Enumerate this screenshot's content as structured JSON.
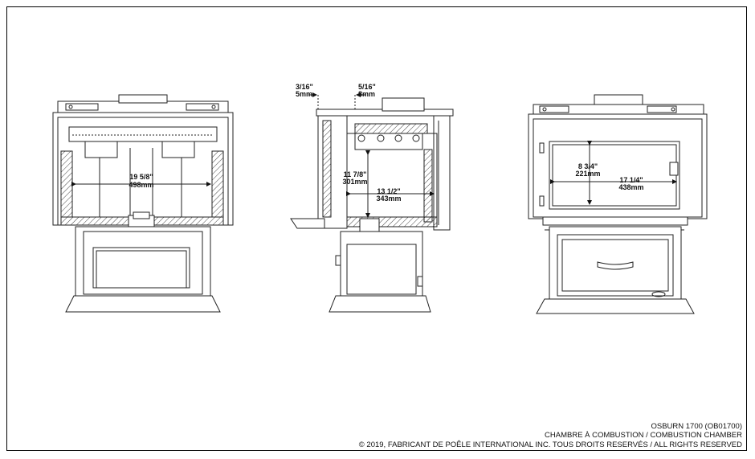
{
  "views": {
    "front_cutaway": {
      "width_label_in": "19 5/8\"",
      "width_label_mm": "498mm"
    },
    "side_cutaway": {
      "top_gap_left_in": "3/16\"",
      "top_gap_left_mm": "5mm",
      "top_gap_right_in": "5/16\"",
      "top_gap_right_mm": "8mm",
      "height_label_in": "11 7/8\"",
      "height_label_mm": "301mm",
      "depth_label_in": "13 1/2\"",
      "depth_label_mm": "343mm"
    },
    "front_exterior": {
      "glass_height_in": "8 3/4\"",
      "glass_height_mm": "221mm",
      "glass_width_in": "17 1/4\"",
      "glass_width_mm": "438mm"
    }
  },
  "footer": {
    "model": "OSBURN 1700 (OB01700)",
    "title": "CHAMBRE À COMBUSTION / COMBUSTION CHAMBER",
    "copyright": "© 2019, FABRICANT DE POÊLE INTERNATIONAL INC. TOUS DROITS RESERVÉS / ALL RIGHTS RESERVED"
  }
}
